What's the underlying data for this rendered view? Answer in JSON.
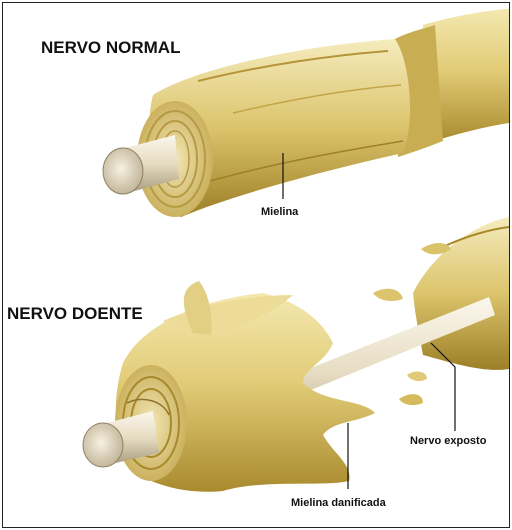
{
  "diagram": {
    "normal_title": "NERVO NORMAL",
    "diseased_title": "NERVO DOENTE",
    "label_myelin": "Mielina",
    "label_exposed_nerve": "Nervo exposto",
    "label_damaged_myelin": "Mielina danificada"
  },
  "colors": {
    "myelin_light": "#efe2a2",
    "myelin_mid": "#d9c36a",
    "myelin_dark": "#a88a2c",
    "axon_light": "#f4eede",
    "axon_dark": "#b9ab8c",
    "text": "#111111"
  }
}
